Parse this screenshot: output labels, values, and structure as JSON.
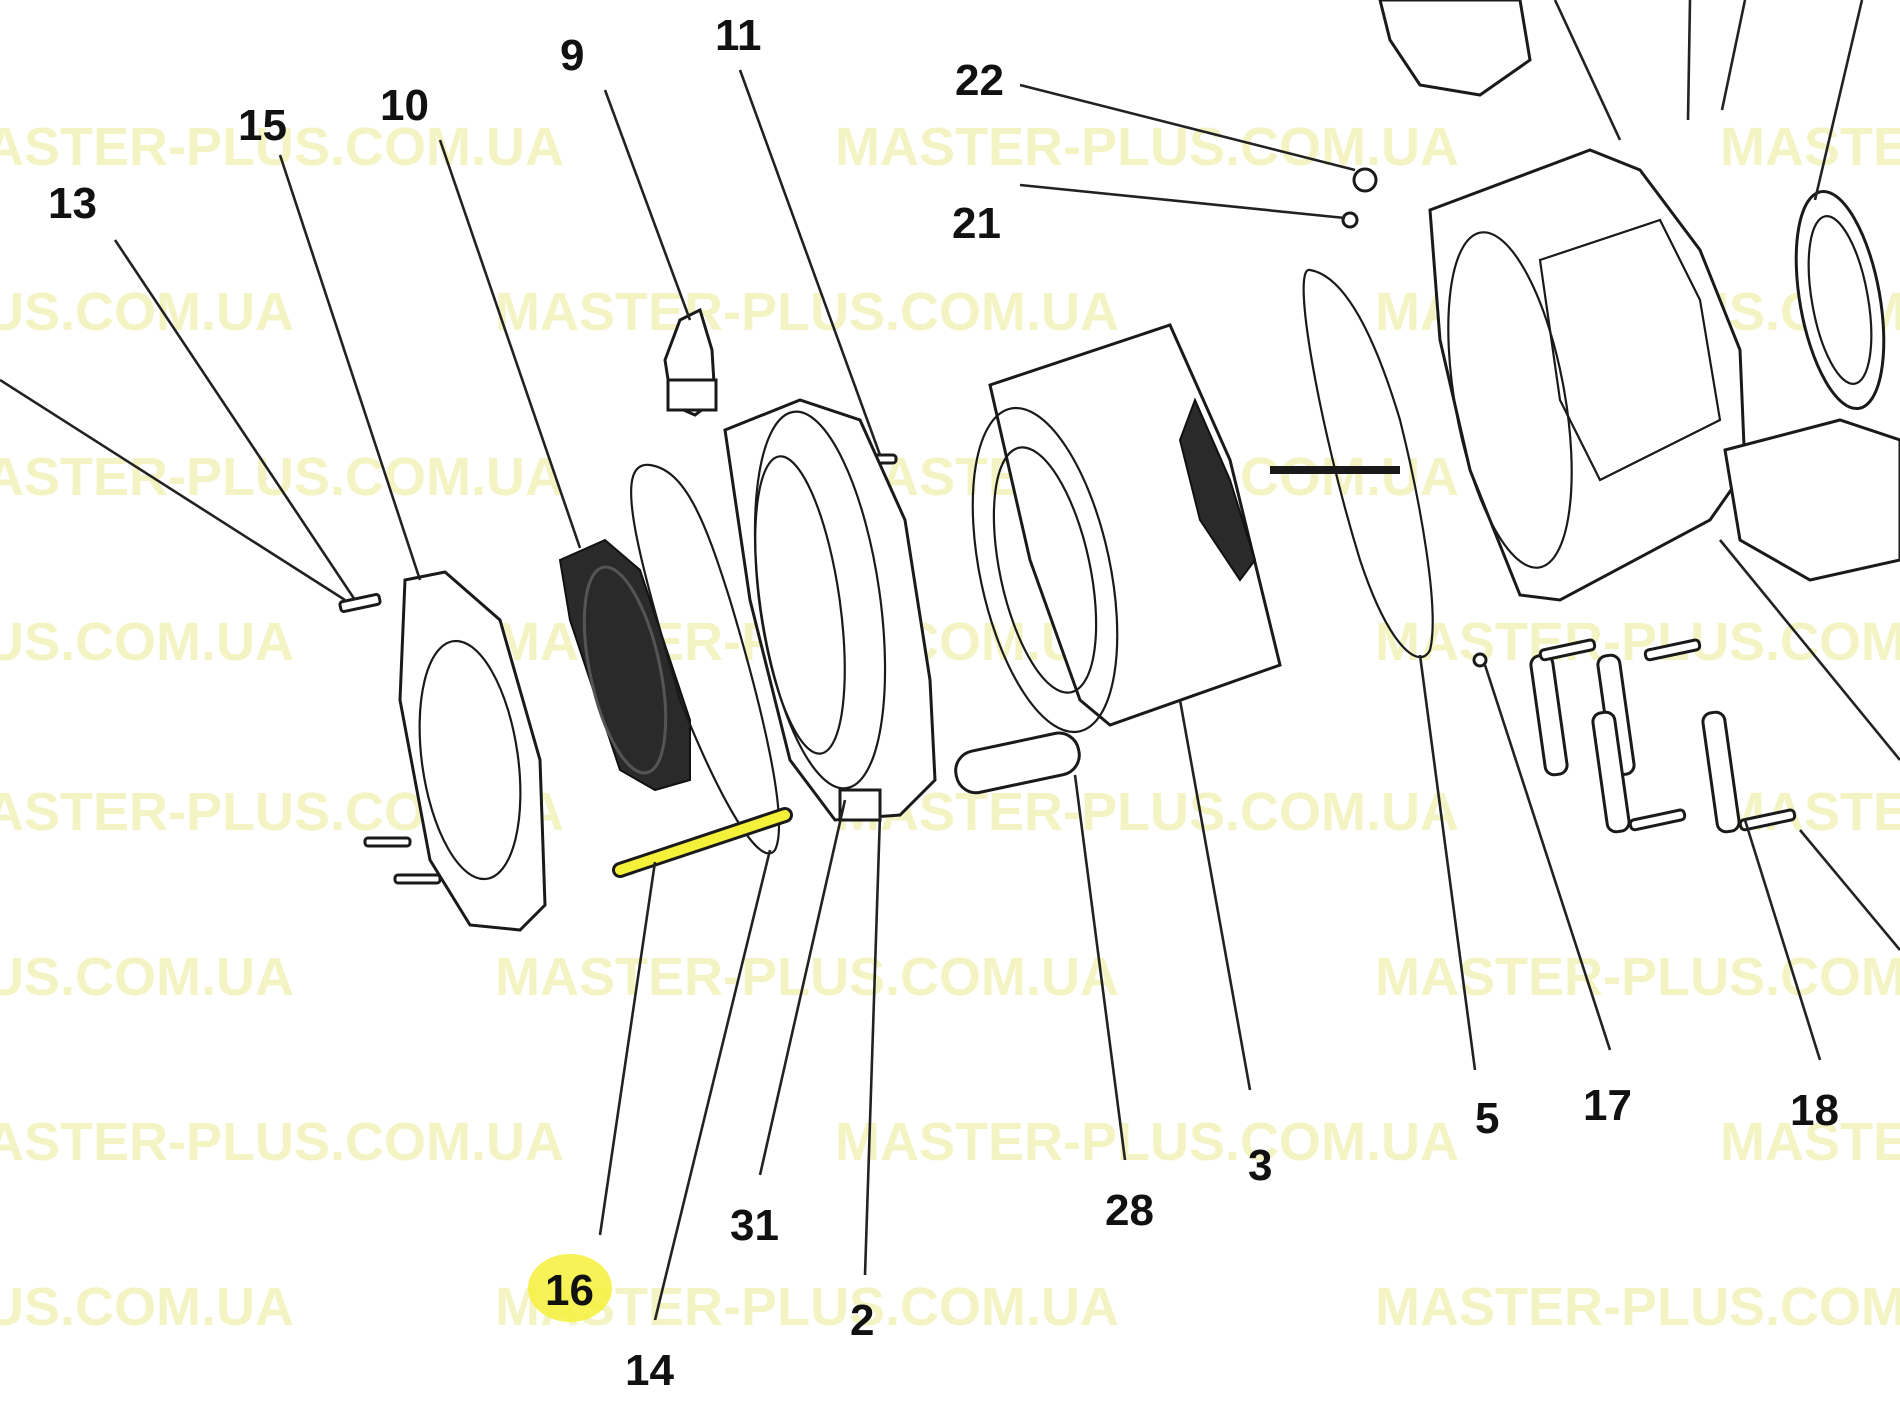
{
  "watermark_text": "MASTER-PLUS.COM.UA",
  "highlight_color": "#f5f03a",
  "highlighted_callout": "16",
  "callouts": [
    "9",
    "10",
    "11",
    "13",
    "15",
    "21",
    "22",
    "16",
    "14",
    "31",
    "2",
    "28",
    "3",
    "5",
    "17",
    "18"
  ]
}
